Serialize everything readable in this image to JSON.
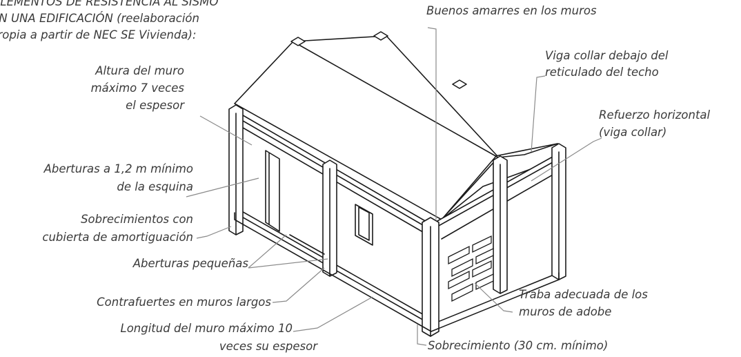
{
  "title": {
    "line1": "ELEMENTOS DE RESISTENCIA AL SISMO",
    "line2": "EN UNA EDIFICACIÓN (reelaboración",
    "line3": "propia a partir de NEC SE Vivienda):"
  },
  "labels": {
    "amarres": "Buenos amarres en los muros",
    "viga_collar_techo_1": "Viga collar debajo del",
    "viga_collar_techo_2": "reticulado del techo",
    "altura_1": "Altura del muro",
    "altura_2": "máximo 7 veces",
    "altura_3": "el espesor",
    "refuerzo_1": "Refuerzo horizontal",
    "refuerzo_2": "(viga collar)",
    "aberturas_esquina_1": "Aberturas a 1,2 m mínimo",
    "aberturas_esquina_2": "de la esquina",
    "sobrecimientos_1": "Sobrecimientos con",
    "sobrecimientos_2": "cubierta de amortiguación",
    "aberturas_pequenas": "Aberturas pequeñas",
    "contrafuertes": "Contrafuertes en muros largos",
    "longitud_1": "Longitud del muro máximo 10",
    "longitud_2": "veces su espesor",
    "traba_1": "Traba adecuada de los",
    "traba_2": "muros de adobe",
    "sobrecimiento": "Sobrecimiento (30 cm. mínimo)"
  },
  "colors": {
    "linework": "#1a1a1a",
    "leader": "#8a8a8a",
    "text": "#3a3a3a"
  }
}
